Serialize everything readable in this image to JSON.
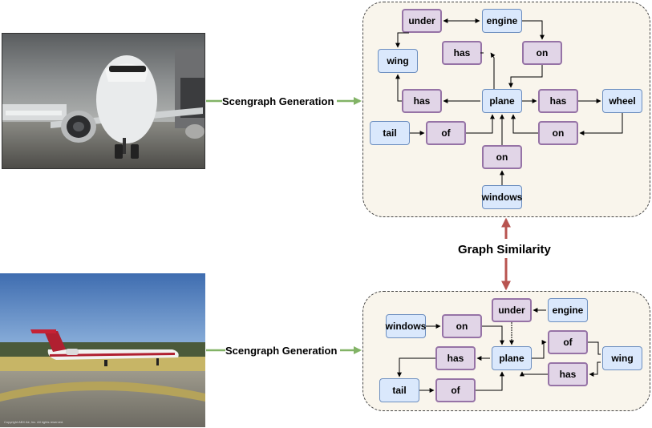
{
  "pipeline": {
    "step_label_top": "Scengraph Generation",
    "step_label_bottom": "Scengraph Generation",
    "similarity_label": "Graph Similarity"
  },
  "graph_top": {
    "objects": [
      "engine",
      "wing",
      "plane",
      "wheel",
      "tail",
      "windows"
    ],
    "relations": [
      "under",
      "has",
      "on",
      "has",
      "has",
      "of",
      "on",
      "on"
    ]
  },
  "graph_bottom": {
    "objects": [
      "engine",
      "windows",
      "plane",
      "wing",
      "tail"
    ],
    "relations": [
      "under",
      "on",
      "of",
      "has",
      "has",
      "of"
    ]
  },
  "photos": {
    "bottom_caption": "Copyright ABX Air, Inc. All rights reserved."
  },
  "colors": {
    "object_fill": "#dae8fc",
    "object_border": "#6c8ebf",
    "relation_fill": "#e1d5e7",
    "relation_border": "#9673a6",
    "panel_fill": "#f9f5ec",
    "generation_arrow": "#82b366",
    "similarity_arrow": "#b85450"
  }
}
